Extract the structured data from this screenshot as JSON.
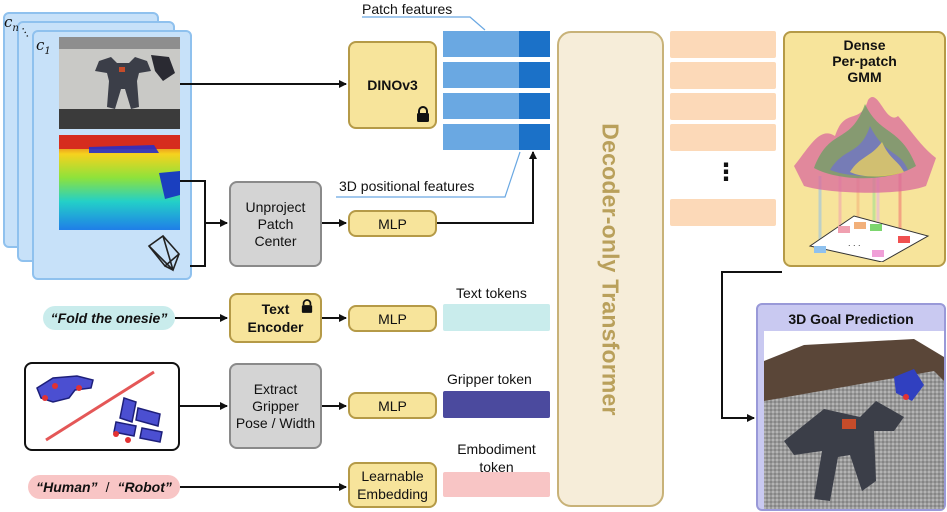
{
  "camera_labels": {
    "cn": "c",
    "cn_sub": "n",
    "dots": "…",
    "c1": "c",
    "c1_sub": "1"
  },
  "patch_features_label": "Patch features",
  "dino_label": "DINOv3",
  "positional_label": "3D positional features",
  "unproject_label": [
    "Unproject",
    "Patch",
    "Center"
  ],
  "mlp_label": "MLP",
  "text_prompt": "“Fold the onesie”",
  "text_encoder_label": [
    "Text",
    "Encoder"
  ],
  "text_tokens_label": "Text tokens",
  "gripper_pose_label": [
    "Extract",
    "Gripper",
    "Pose / Width"
  ],
  "gripper_token_label": "Gripper token",
  "embodiment_prompt_left": "“Human”",
  "embodiment_prompt_sep": "/",
  "embodiment_prompt_right": "“Robot”",
  "learnable_label": [
    "Learnable",
    "Embedding"
  ],
  "embodiment_token_label": [
    "Embodiment",
    "token"
  ],
  "transformer_label": "Decoder-only Transformer",
  "output_dots": "⋮",
  "gmm_title": [
    "Dense",
    "Per-patch",
    "GMM"
  ],
  "goal_title": "3D Goal Prediction",
  "icons": [
    "lock-icon",
    "camera-frustum-icon",
    "gripper-hand-icon",
    "robot-gripper-icon"
  ],
  "colors": {
    "patch_light": "#6aa8e2",
    "patch_dark": "#1b71c8",
    "text_token": "#c9ecec",
    "gripper_token": "#4b4a9e",
    "embodiment_token": "#f8c5c5",
    "output_token": "#fcd9b8",
    "transformer_fill": "#f6edd9",
    "transformer_border": "#c8b278",
    "goal_panel": "#c9c9f1"
  }
}
